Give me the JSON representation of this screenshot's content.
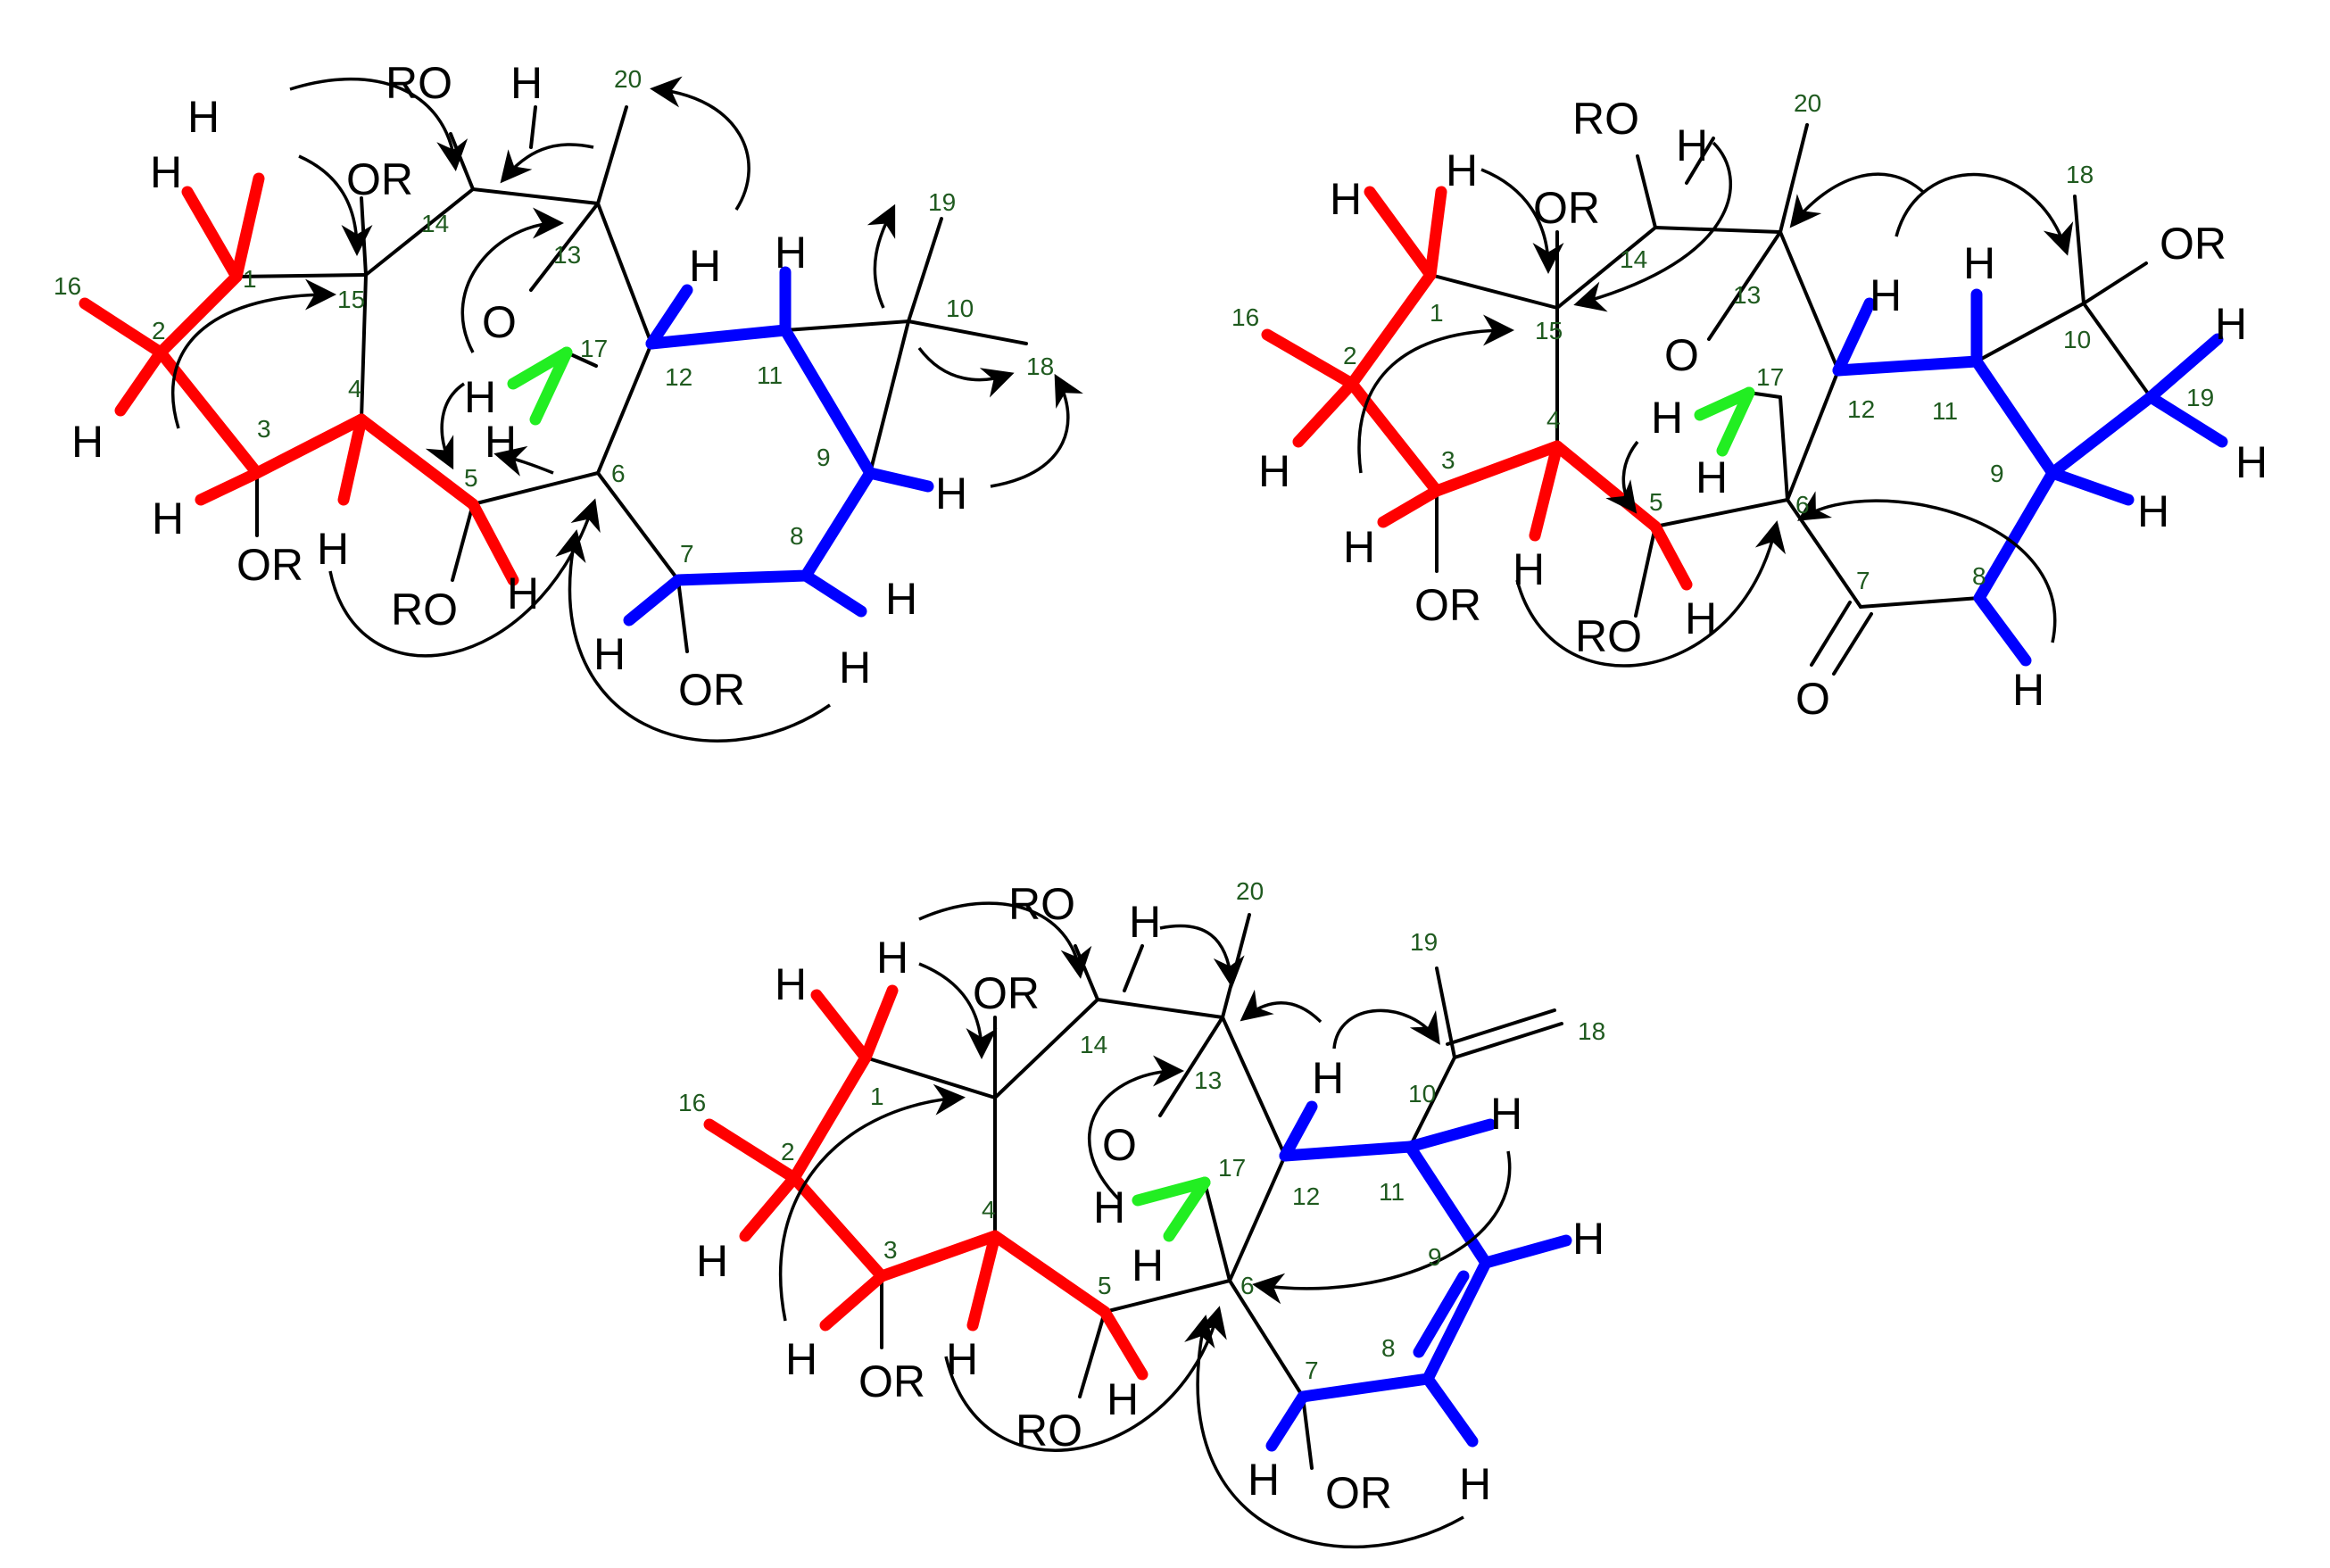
{
  "colors": {
    "cosy_bonds": "#ff0000",
    "cosy_bonds_alt": "#0000ff",
    "noesy_h": "#22ee22",
    "skeleton": "#000000",
    "atom_numbers": "#1f5a1f"
  },
  "structures": [
    {
      "id": "top-left",
      "labels": [
        "H",
        "RO",
        "H",
        "OR",
        "H",
        "O",
        "H",
        "H",
        "H",
        "H",
        "H",
        "OR",
        "H",
        "RO",
        "H",
        "H",
        "OR",
        "H",
        "H"
      ],
      "numbers": [
        "20",
        "19",
        "16",
        "1",
        "2",
        "15",
        "14",
        "13",
        "17",
        "12",
        "11",
        "10",
        "18",
        "9",
        "3",
        "4",
        "5",
        "6",
        "7",
        "8"
      ]
    },
    {
      "id": "top-right",
      "labels": [
        "RO",
        "H",
        "H",
        "OR",
        "H",
        "O",
        "H",
        "H",
        "OR",
        "H",
        "H",
        "H",
        "H",
        "H",
        "OR",
        "RO",
        "H",
        "O",
        "H"
      ],
      "numbers": [
        "20",
        "18",
        "16",
        "1",
        "2",
        "15",
        "14",
        "13",
        "17",
        "12",
        "11",
        "10",
        "19",
        "9",
        "3",
        "4",
        "5",
        "6",
        "7",
        "8"
      ]
    },
    {
      "id": "bottom",
      "labels": [
        "RO",
        "H",
        "H",
        "OR",
        "H",
        "O",
        "H",
        "H",
        "H",
        "H",
        "H",
        "H",
        "H",
        "OR",
        "H",
        "RO",
        "H",
        "OR",
        "H"
      ],
      "numbers": [
        "20",
        "19",
        "18",
        "16",
        "1",
        "2",
        "14",
        "13",
        "10",
        "17",
        "12",
        "11",
        "9",
        "8",
        "3",
        "4",
        "5",
        "6",
        "7"
      ]
    }
  ]
}
